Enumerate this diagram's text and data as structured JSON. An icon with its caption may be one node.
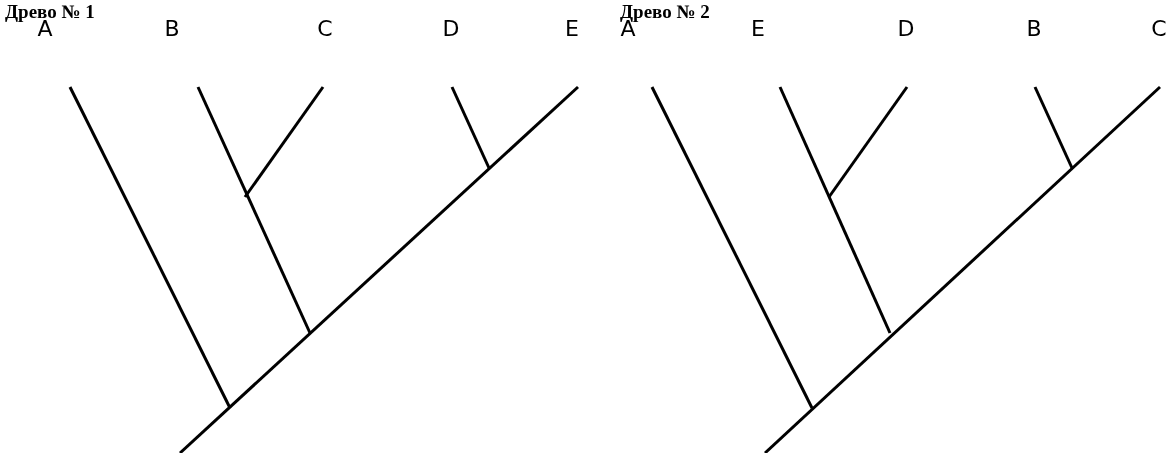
{
  "diagram": {
    "labels": [
      "Древо № 1",
      "A",
      "B",
      "C",
      "D",
      "E",
      "Древо № 2",
      "A",
      "E",
      "D",
      "B",
      "C"
    ]
  }
}
